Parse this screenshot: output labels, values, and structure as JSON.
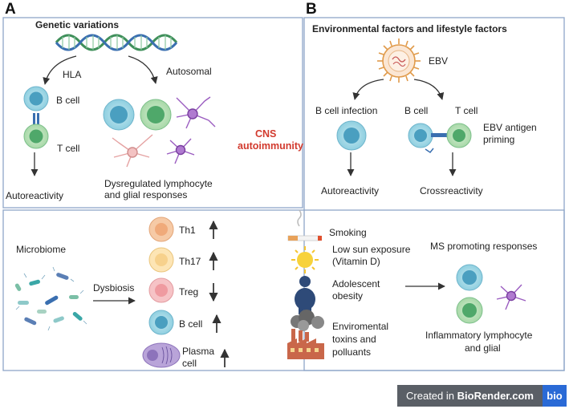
{
  "panel_a": {
    "letter": "A",
    "title": "Genetic variations",
    "hla": "HLA",
    "autosomal": "Autosomal",
    "b_cell": "B cell",
    "t_cell": "T cell",
    "autoreactivity": "Autoreactivity",
    "dysregulated_line1": "Dysregulated lymphocyte",
    "dysregulated_line2": "and glial responses"
  },
  "cns": {
    "line1": "CNS",
    "line2": "autoimmunity"
  },
  "panel_b": {
    "letter": "B",
    "title": "Environmental factors and lifestyle factors",
    "ebv": "EBV",
    "b_cell_infection": "B cell infection",
    "b_cell": "B cell",
    "t_cell": "T cell",
    "ebv_antigen_line1": "EBV antigen",
    "ebv_antigen_line2": "priming",
    "autoreactivity": "Autoreactivity",
    "crossreactivity": "Crossreactivity"
  },
  "bottom": {
    "microbiome": "Microbiome",
    "dysbiosis": "Dysbiosis",
    "th1": "Th1",
    "th17": "Th17",
    "treg": "Treg",
    "b_cell": "B cell",
    "plasma_line1": "Plasma",
    "plasma_line2": "cell",
    "smoking": "Smoking",
    "low_sun_line1": "Low sun exposure",
    "low_sun_line2": "(Vitamin D)",
    "obesity_line1": "Adolescent",
    "obesity_line2": "obesity",
    "toxins_line1": "Enviromental",
    "toxins_line2": "toxins and",
    "toxins_line3": "polluants",
    "ms_promoting": "MS promoting responses",
    "inflammatory_line1": "Inflammatory lymphocyte",
    "inflammatory_line2": "and glial"
  },
  "footer": {
    "created_in": "Created in ",
    "brand": "BioRender.com",
    "logo": "bio"
  },
  "colors": {
    "box_border": "#8ea6c8",
    "b_cell": "#8fcfe0",
    "b_cell_nucleus": "#4a9fc0",
    "t_cell": "#a8d8a8",
    "t_cell_nucleus": "#4fa86a",
    "red_text": "#d23a2e"
  }
}
